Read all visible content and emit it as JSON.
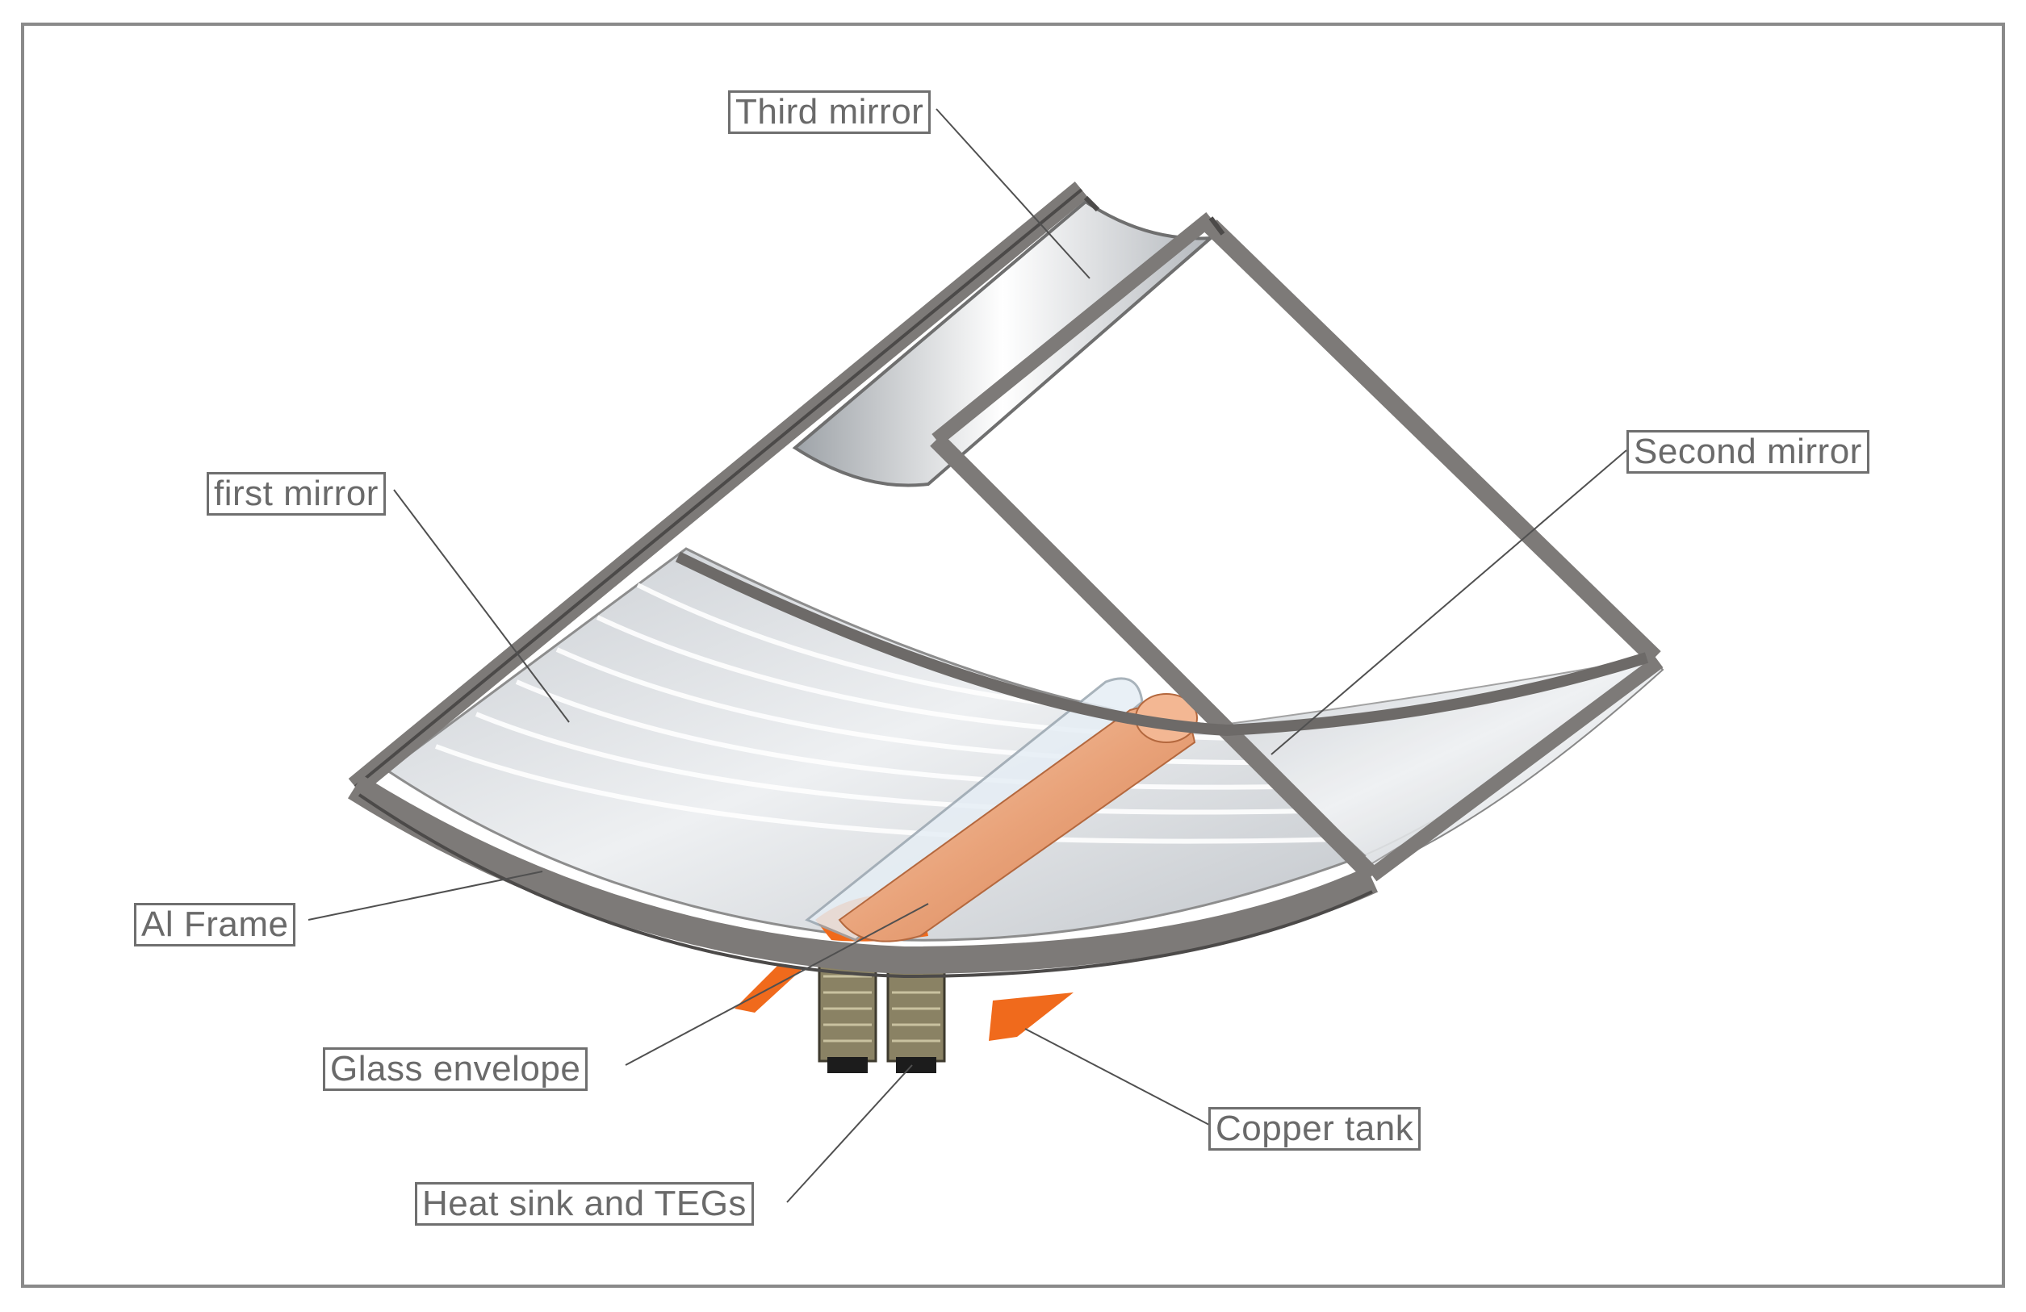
{
  "labels": {
    "third_mirror": "Third mirror",
    "second_mirror": "Second mirror",
    "first_mirror": "first mirror",
    "al_frame": "Al Frame",
    "glass_envelope": "Glass envelope",
    "copper_tank": "Copper tank",
    "heat_sink": "Heat sink and TEGs"
  },
  "colors": {
    "frame": "#7d7a78",
    "frame_dark": "#4c4a49",
    "mirror": "#d9dcdf",
    "copper": "#e79a6c",
    "copper_light": "#f6c3a2",
    "orange": "#f06a1c",
    "heat_sink": "#8a8264",
    "leader": "#505050"
  }
}
